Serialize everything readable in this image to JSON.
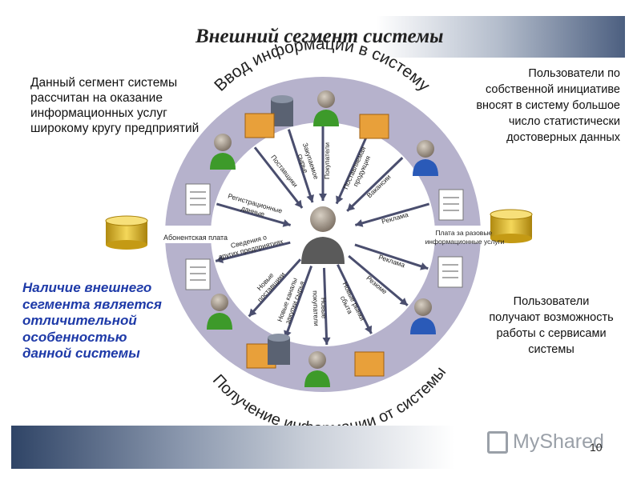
{
  "title": "Внешний сегмент системы",
  "left_text": "Данный сегмент системы рассчитан на оказание информационных услуг широкому кругу предприятий",
  "right_text": "Пользователи по собственной инициативе вносят в систему большое число статистически достоверных данных",
  "right_bottom_text": "Пользователи получают возможность работы с сервисами системы",
  "blue_text": "Наличие внешнего сегмента является отличительной особенностью данной системы",
  "diagram": {
    "ring_top_label": "Ввод информации в систему",
    "ring_bottom_label": "Получение информации от системы",
    "left_payment": "Абонентская плата",
    "right_payment": "Плата за разовые информационные услуги",
    "arrows": [
      "Поставщики",
      "Закупаемое сырье",
      "Покупатели",
      "Поставляемая продукция",
      "Вакансии",
      "Реклама",
      "Реклама",
      "Резюме",
      "Новые рынки сбыта",
      "Новые покупатели",
      "Новые каналы закупки сырья",
      "Новые поставщики",
      "Сведения о других предприятиях",
      "Регистрационные данные"
    ]
  },
  "footer": {
    "logo_text": "MyShared",
    "page_number": "10"
  }
}
